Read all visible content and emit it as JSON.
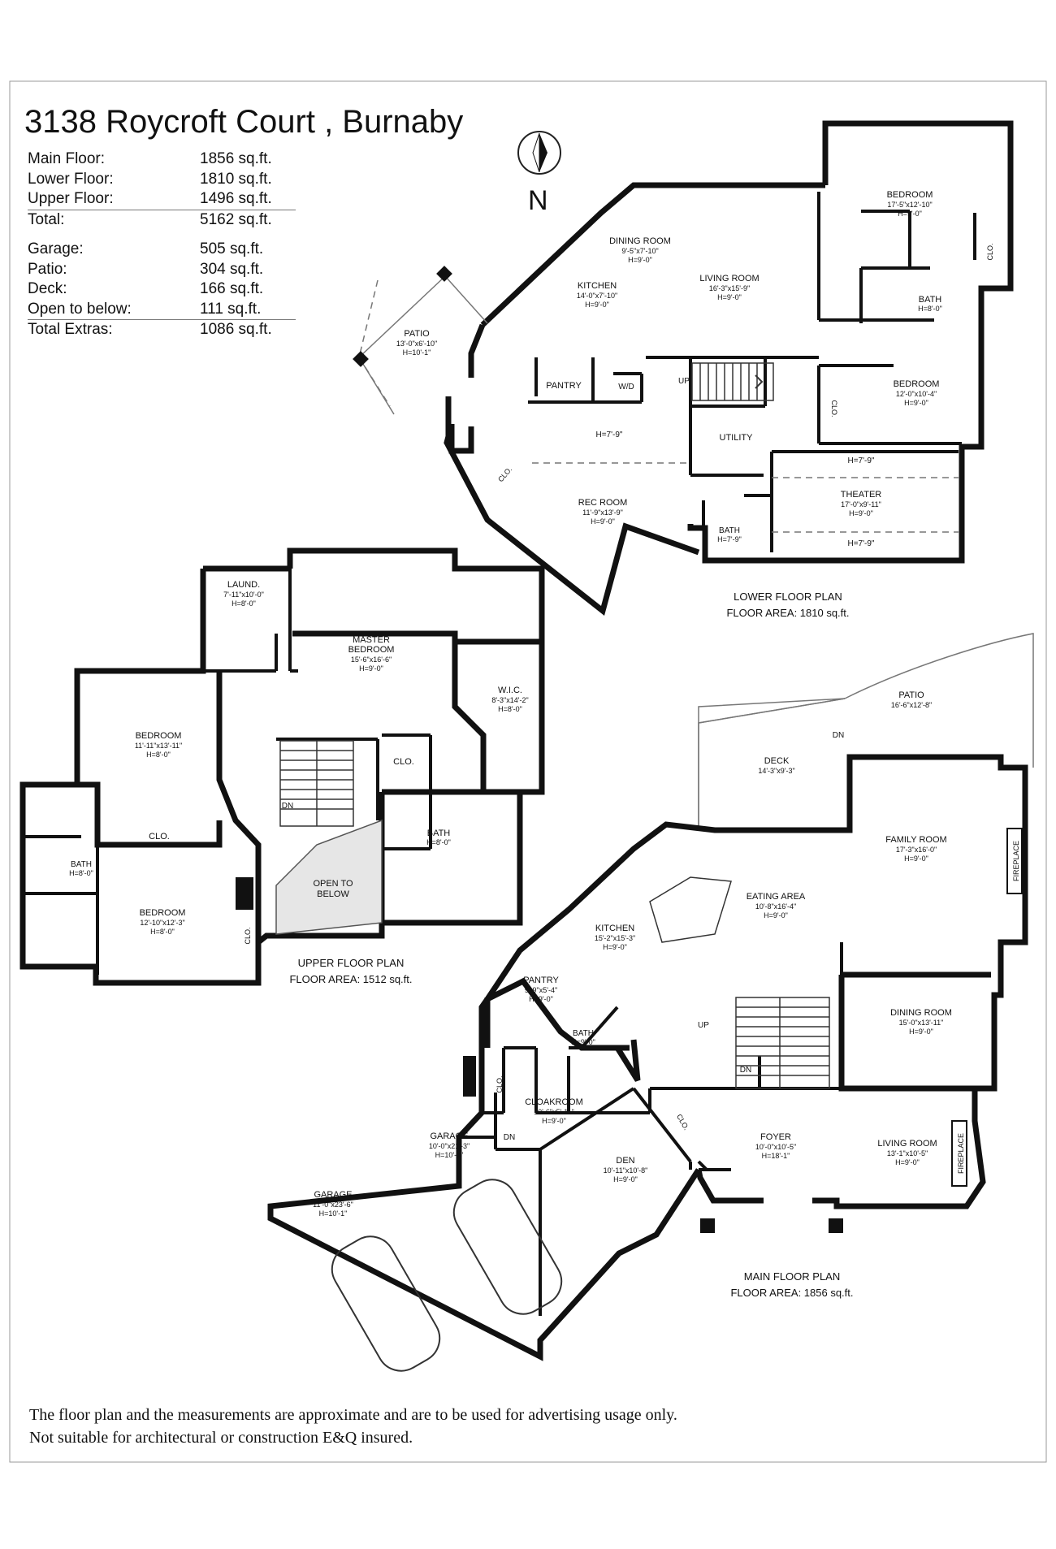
{
  "title": "3138 Roycroft Court , Burnaby",
  "summary": {
    "floors": [
      {
        "label": "Main Floor:",
        "value": "1856 sq.ft."
      },
      {
        "label": "Lower Floor:",
        "value": "1810 sq.ft."
      },
      {
        "label": "Upper Floor:",
        "value": "1496 sq.ft."
      }
    ],
    "total": {
      "label": "Total:",
      "value": "5162 sq.ft."
    },
    "extras": [
      {
        "label": "Garage:",
        "value": "505 sq.ft."
      },
      {
        "label": "Patio:",
        "value": "304 sq.ft."
      },
      {
        "label": "Deck:",
        "value": "166 sq.ft."
      },
      {
        "label": "Open to below:",
        "value": "111 sq.ft."
      }
    ],
    "total_extras": {
      "label": "Total Extras:",
      "value": "1086 sq.ft."
    }
  },
  "compass": {
    "label": "N",
    "icon": "north-arrow-icon"
  },
  "lower_floor": {
    "plan_title": "LOWER FLOOR PLAN",
    "floor_area": "FLOOR AREA: 1810 sq.ft.",
    "rooms": {
      "patio": {
        "name": "PATIO",
        "dims": "13'-0\"x6'-10\"",
        "height": "H=10'-1\""
      },
      "dining": {
        "name": "DINING ROOM",
        "dims": "9'-5\"x7'-10\"",
        "height": "H=9'-0\""
      },
      "kitchen": {
        "name": "KITCHEN",
        "dims": "14'-0\"x7'-10\"",
        "height": "H=9'-0\""
      },
      "living": {
        "name": "LIVING ROOM",
        "dims": "16'-3\"x15'-9\"",
        "height": "H=9'-0\""
      },
      "bedroom1": {
        "name": "BEDROOM",
        "dims": "17'-5\"x12'-10\"",
        "height": "H=9'-0\""
      },
      "bath1": {
        "name": "BATH",
        "height": "H=8'-0\""
      },
      "bedroom2": {
        "name": "BEDROOM",
        "dims": "12'-0\"x10'-4\"",
        "height": "H=9'-0\""
      },
      "rec": {
        "name": "REC ROOM",
        "dims": "11'-9\"x13'-9\"",
        "height": "H=9'-0\""
      },
      "theater": {
        "name": "THEATER",
        "dims": "17'-0\"x9'-11\"",
        "height": "H=9'-0\""
      },
      "bath2": {
        "name": "BATH",
        "height": "H=7'-9\""
      }
    },
    "labels": {
      "pantry": "PANTRY",
      "wd": "W/D",
      "up": "UP",
      "utility": "UTILITY",
      "clo": "CLO.",
      "h79": "H=7'-9\""
    }
  },
  "upper_floor": {
    "plan_title": "UPPER FLOOR PLAN",
    "floor_area": "FLOOR AREA: 1512 sq.ft.",
    "rooms": {
      "laund": {
        "name": "LAUND.",
        "dims": "7'-11\"x10'-0\"",
        "height": "H=8'-0\""
      },
      "master": {
        "name": "MASTER",
        "name2": "BEDROOM",
        "dims": "15'-6\"x16'-6\"",
        "height": "H=9'-0\""
      },
      "wic": {
        "name": "W.I.C.",
        "dims": "8'-3\"x14'-2\"",
        "height": "H=8'-0\""
      },
      "bedroom1": {
        "name": "BEDROOM",
        "dims": "11'-11\"x13'-11\"",
        "height": "H=8'-0\""
      },
      "bath1": {
        "name": "BATH",
        "height": "H=8'-0\""
      },
      "bath2": {
        "name": "BATH",
        "height": "H=8'-0\""
      },
      "bedroom2": {
        "name": "BEDROOM",
        "dims": "12'-10\"x12'-3\"",
        "height": "H=8'-0\""
      },
      "open": {
        "name": "OPEN TO",
        "name2": "BELOW"
      }
    },
    "labels": {
      "clo": "CLO.",
      "dn": "DN"
    }
  },
  "main_floor": {
    "plan_title": "MAIN FLOOR PLAN",
    "floor_area": "FLOOR AREA: 1856 sq.ft.",
    "rooms": {
      "patio": {
        "name": "PATIO",
        "dims": "16'-6\"x12'-8\""
      },
      "deck": {
        "name": "DECK",
        "dims": "14'-3\"x9'-3\""
      },
      "family": {
        "name": "FAMILY ROOM",
        "dims": "17'-3\"x16'-0\"",
        "height": "H=9'-0\""
      },
      "eating": {
        "name": "EATING AREA",
        "dims": "10'-8\"x16'-4\"",
        "height": "H=9'-0\""
      },
      "kitchen": {
        "name": "KITCHEN",
        "dims": "15'-2\"x15'-3\"",
        "height": "H=9'-0\""
      },
      "pantry": {
        "name": "PANTRY",
        "dims": "9'-9\"x5'-4\"",
        "height": "H=9'-0\""
      },
      "bath": {
        "name": "BATH",
        "height": "H=9'-0\""
      },
      "dining": {
        "name": "DINING ROOM",
        "dims": "15'-0\"x13'-11\"",
        "height": "H=9'-0\""
      },
      "cloak": {
        "name": "CLOAKROOM",
        "dims": "10'-6\"x5'-11\"",
        "height": "H=9'-0\""
      },
      "garage1": {
        "name": "GARAGE",
        "dims": "10'-0\"x21'-3\"",
        "height": "H=10'-1\""
      },
      "garage2": {
        "name": "GARAGE",
        "dims": "11'-0\"x23'-6\"",
        "height": "H=10'-1\""
      },
      "den": {
        "name": "DEN",
        "dims": "10'-11\"x10'-8\"",
        "height": "H=9'-0\""
      },
      "foyer": {
        "name": "FOYER",
        "dims": "10'-0\"x10'-5\"",
        "height": "H=18'-1\""
      },
      "living": {
        "name": "LIVING ROOM",
        "dims": "13'-1\"x10'-5\"",
        "height": "H=9'-0\""
      }
    },
    "labels": {
      "dn": "DN",
      "up": "UP",
      "clo": "CLO.",
      "fireplace": "FIREPLACE"
    }
  },
  "disclaimer": {
    "line1": "The floor plan and the measurements are approximate and are to be used for advertising usage only.",
    "line2": "Not suitable for architectural or construction E&Q insured."
  },
  "colors": {
    "wall": "#111111",
    "line": "#555555",
    "text": "#111111"
  }
}
